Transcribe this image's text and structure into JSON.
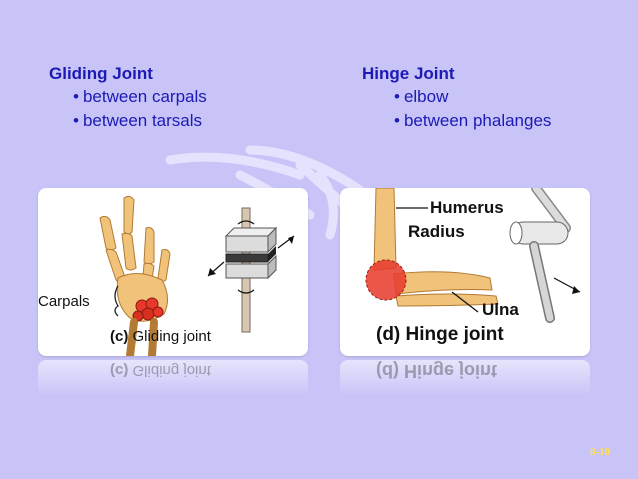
{
  "colors": {
    "background": "#c8c4f8",
    "text": "#1c1ab4",
    "slide_number": "#ffe14a",
    "joint_highlight": "#e8382c"
  },
  "gliding": {
    "title": "Gliding Joint",
    "bullets": [
      "between carpals",
      "between tarsals"
    ]
  },
  "hinge": {
    "title": "Hinge Joint",
    "bullets": [
      "elbow",
      "between phalanges"
    ]
  },
  "panel_c": {
    "label_carpals": "Carpals",
    "caption_letter": "(c)",
    "caption_text": "Gliding joint"
  },
  "panel_d": {
    "label_humerus": "Humerus",
    "label_radius": "Radius",
    "label_ulna": "Ulna",
    "caption": "(d) Hinge joint"
  },
  "bullet_glyph": "•",
  "slide_number": "8-10"
}
